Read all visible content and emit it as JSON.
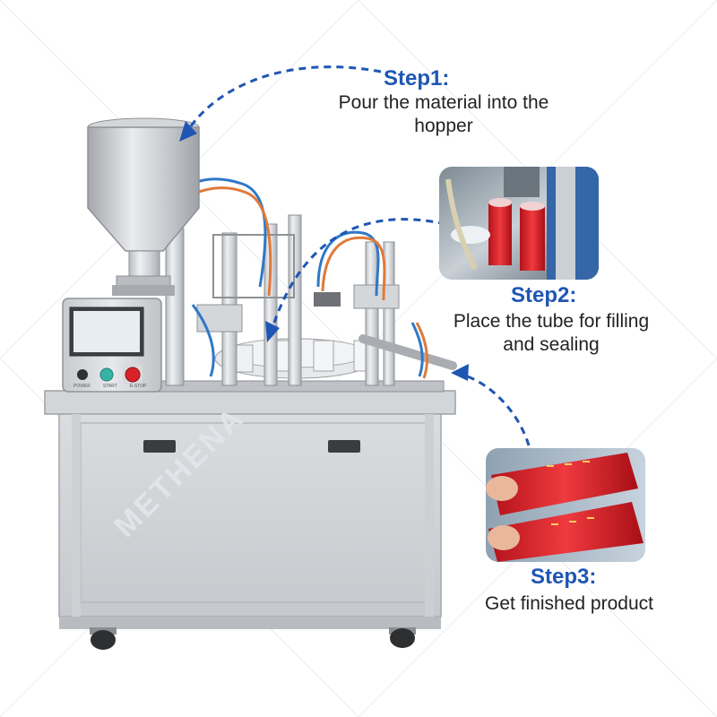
{
  "steps": [
    {
      "title": "Step1:",
      "line1": "Pour the material into the",
      "line2": "hopper"
    },
    {
      "title": "Step2:",
      "line1": "Place the tube for filling",
      "line2": "and sealing"
    },
    {
      "title": "Step3:",
      "line1": "Get finished product"
    }
  ],
  "watermark": "METHENA",
  "panel": {
    "button_labels": [
      "POWER",
      "START",
      "E-STOP"
    ]
  },
  "colors": {
    "accent": "#1f56b3",
    "steel": "#c9ccd0",
    "red_tube": "#d8222a",
    "screen": "#e8edf2"
  }
}
